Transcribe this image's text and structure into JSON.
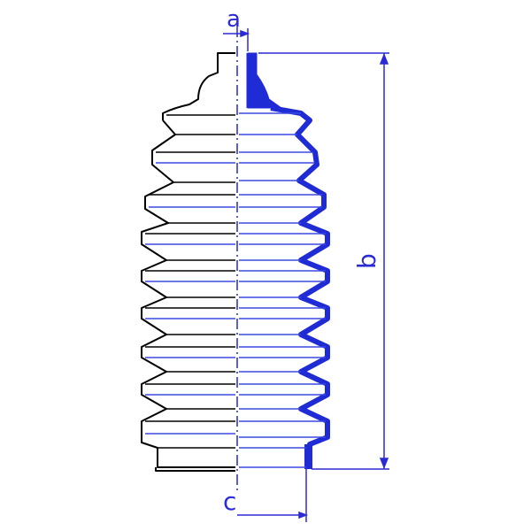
{
  "diagram": {
    "colors": {
      "outline": "#000000",
      "profile": "#1f2bd4",
      "interior_lines": "#3a48e0",
      "dimension": "#2a2ad6",
      "background": "#ffffff"
    },
    "dimension_labels": {
      "a": "a",
      "b": "b",
      "c": "c"
    }
  }
}
